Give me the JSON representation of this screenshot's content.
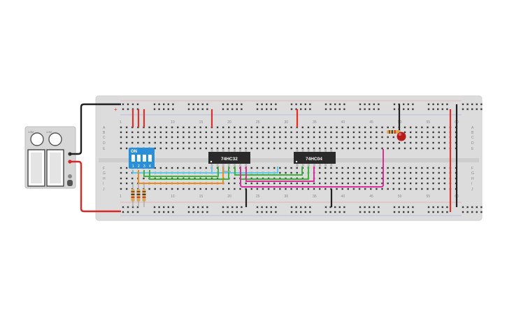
{
  "breadboard": {
    "column_numbers": [
      "1",
      "10",
      "15",
      "20",
      "25",
      "30",
      "35",
      "40",
      "45",
      "50",
      "55",
      "60"
    ],
    "row_letters_top": [
      "A",
      "B",
      "C",
      "D",
      "E"
    ],
    "row_letters_bottom": [
      "F",
      "G",
      "H",
      "I",
      "J"
    ],
    "rail_plus": "+",
    "rail_minus": "−"
  },
  "chips": {
    "chip1_label": "74HC32",
    "chip2_label": "74HC04"
  },
  "dip_switch": {
    "on_label": "ON",
    "numbers": [
      "1",
      "2",
      "3",
      "4"
    ]
  },
  "battery": {
    "top_labels": [
      "1.5V",
      "1.5V"
    ]
  },
  "colors": {
    "board": "#dcdcdc",
    "board_border": "#cfcfcf",
    "hole": "#3b3b3b",
    "rail_red": "#e0302a",
    "rail_black": "#222222",
    "chip": "#2a2a2a",
    "dip": "#2a8fd8",
    "wire_blue": "#66c7e8",
    "wire_orange": "#f08a1c",
    "wire_green": "#3cb43c",
    "wire_pink": "#d6309a",
    "wire_red": "#d62828",
    "wire_black": "#202020",
    "led": "#b71c1c"
  }
}
